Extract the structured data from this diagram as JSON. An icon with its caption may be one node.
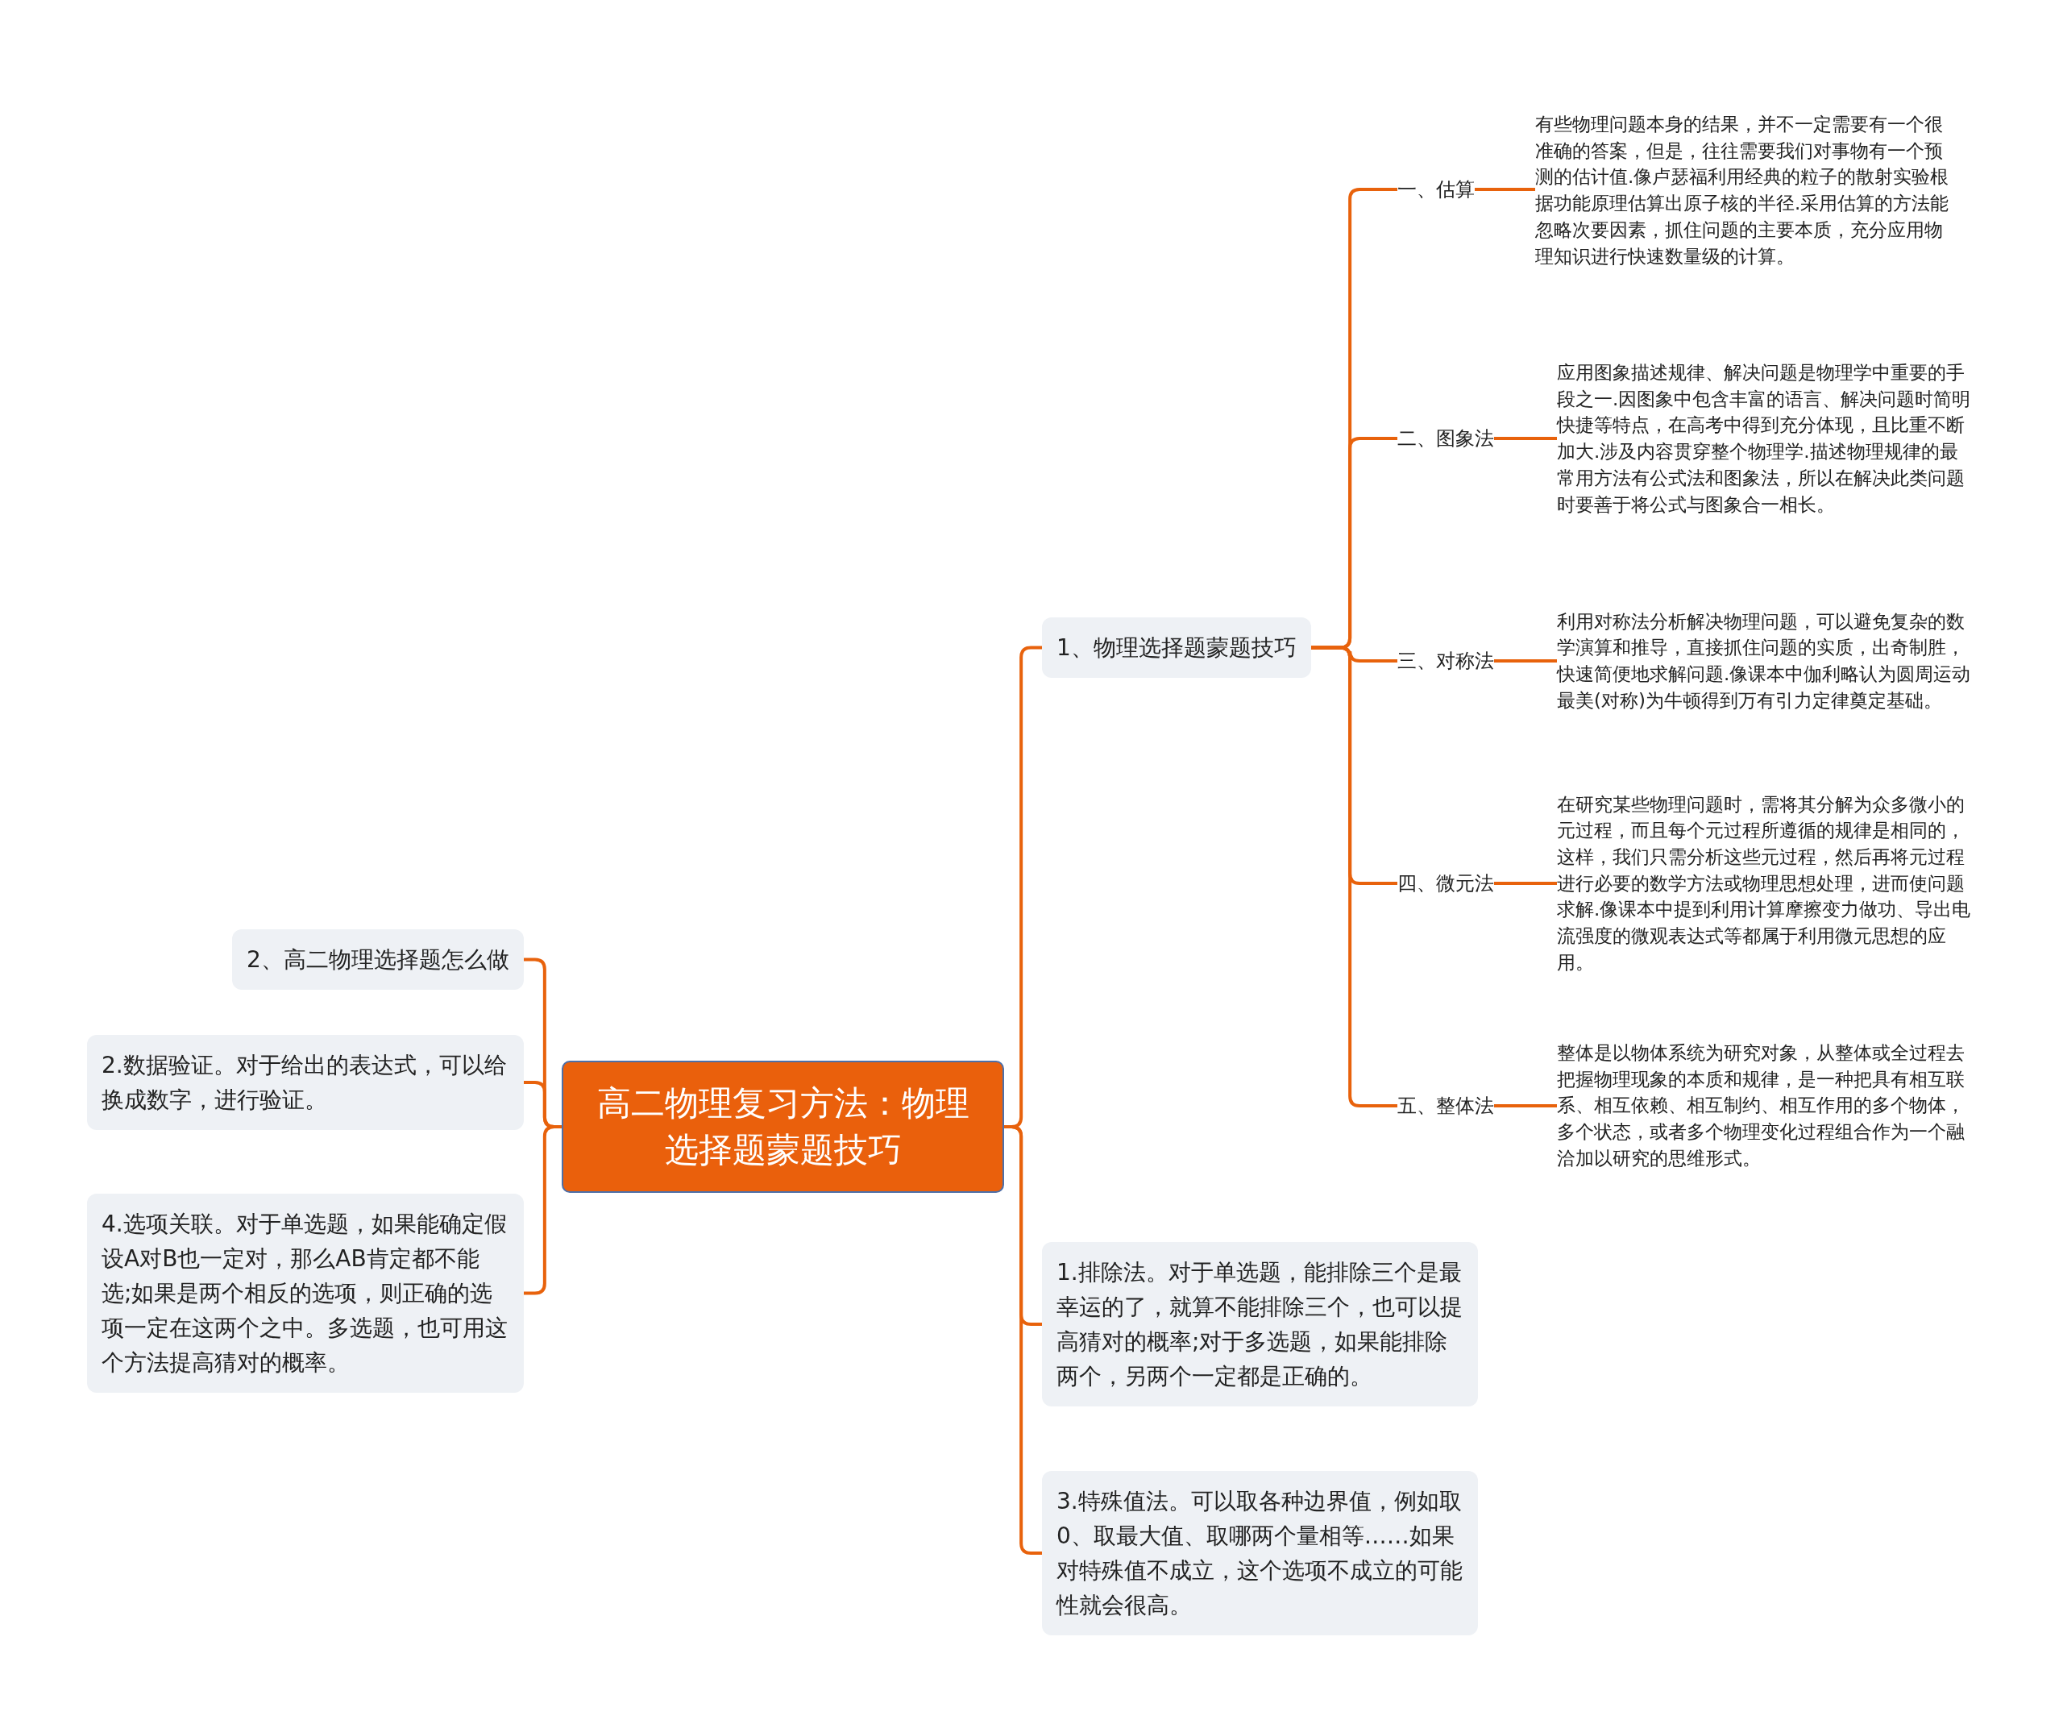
{
  "diagram": {
    "nodes": [
      {
        "text": [
          "高二物理复习方法：物理选择题蒙题技巧"
        ]
      },
      {
        "text": [
          "1、物理选择题蒙题技巧"
        ]
      },
      {
        "text": [
          "一、估算"
        ]
      },
      {
        "text": [
          "有些物理问题本身的结果，并不一定需要有一个很准确的答案，但是，往往需要我们对事物有一个预测的估计值.像卢瑟福利用经典的粒子的散射实验根据功能原理估算出原子核的半径.采用估算的方法能忽略次要因素，抓住问题的主要本质，充分应用物理知识进行快速数量级的计算。"
        ]
      },
      {
        "text": [
          "二、图象法"
        ]
      },
      {
        "text": [
          "应用图象描述规律、解决问题是物理学中重要的手段之一.因图象中包含丰富的语言、解决问题时简明快捷等特点，在高考中得到充分体现，且比重不断加大.涉及内容贯穿整个物理学.描述物理规律的最常用方法有公式法和图象法，所以在解决此类问题时要善于将公式与图象合一相长。"
        ]
      },
      {
        "text": [
          "三、对称法"
        ]
      },
      {
        "text": [
          "利用对称法分析解决物理问题，可以避免复杂的数学演算和推导，直接抓住问题的实质，出奇制胜，快速简便地求解问题.像课本中伽利略认为圆周运动最美(对称)为牛顿得到万有引力定律奠定基础。"
        ]
      },
      {
        "text": [
          "四、微元法"
        ]
      },
      {
        "text": [
          "在研究某些物理问题时，需将其分解为众多微小的元过程，而且每个元过程所遵循的规律是相同的，这样，我们只需分析这些元过程，然后再将元过程进行必要的数学方法或物理思想处理，进而使问题求解.像课本中提到利用计算摩擦变力做功、导出电流强度的微观表达式等都属于利用微元思想的应用。"
        ]
      },
      {
        "text": [
          "五、整体法"
        ]
      },
      {
        "text": [
          "整体是以物体系统为研究对象，从整体或全过程去把握物理现象的本质和规律，是一种把具有相互联系、相互依赖、相互制约、相互作用的多个物体，多个状态，或者多个物理变化过程组合作为一个融洽加以研究的思维形式。"
        ]
      },
      {
        "text": [
          "1.排除法。对于单选题，能排除三个是最幸运的了，就算不能排除三个，也可以提高猜对的概率;对于多选题，如果能排除两个，另两个一定都是正确的。"
        ]
      },
      {
        "text": [
          "3.特殊值法。可以取各种边界值，例如取0、取最大值、取哪两个量相等……如果对特殊值不成立，这个选项不成立的可能性就会很高。"
        ]
      },
      {
        "text": [
          "2、高二物理选择题怎么做"
        ]
      },
      {
        "text": [
          "2.数据验证。对于给出的表达式，可以给换成数字，进行验证。"
        ]
      },
      {
        "text": [
          "4.选项关联。对于单选题，如果能确定假设A对B也一定对，那么AB肯定都不能选;如果是两个相反的选项，则正确的选项一定在这两个之中。多选题，也可用这个方法提高猜对的概率。"
        ]
      }
    ],
    "edges": [
      {
        "from": 0,
        "to": 1,
        "arrow": "none"
      },
      {
        "from": 0,
        "to": 12,
        "arrow": "none"
      },
      {
        "from": 0,
        "to": 13,
        "arrow": "none"
      },
      {
        "from": 0,
        "to": 14,
        "arrow": "none"
      },
      {
        "from": 0,
        "to": 15,
        "arrow": "none"
      },
      {
        "from": 0,
        "to": 16,
        "arrow": "none"
      },
      {
        "from": 1,
        "to": 2,
        "arrow": "none"
      },
      {
        "from": 1,
        "to": 4,
        "arrow": "none"
      },
      {
        "from": 1,
        "to": 6,
        "arrow": "none"
      },
      {
        "from": 1,
        "to": 8,
        "arrow": "none"
      },
      {
        "from": 1,
        "to": 10,
        "arrow": "none"
      },
      {
        "from": 2,
        "to": 3,
        "arrow": "none"
      },
      {
        "from": 4,
        "to": 5,
        "arrow": "none"
      },
      {
        "from": 6,
        "to": 7,
        "arrow": "none"
      },
      {
        "from": 8,
        "to": 9,
        "arrow": "none"
      },
      {
        "from": 10,
        "to": 11,
        "arrow": "none"
      }
    ]
  }
}
